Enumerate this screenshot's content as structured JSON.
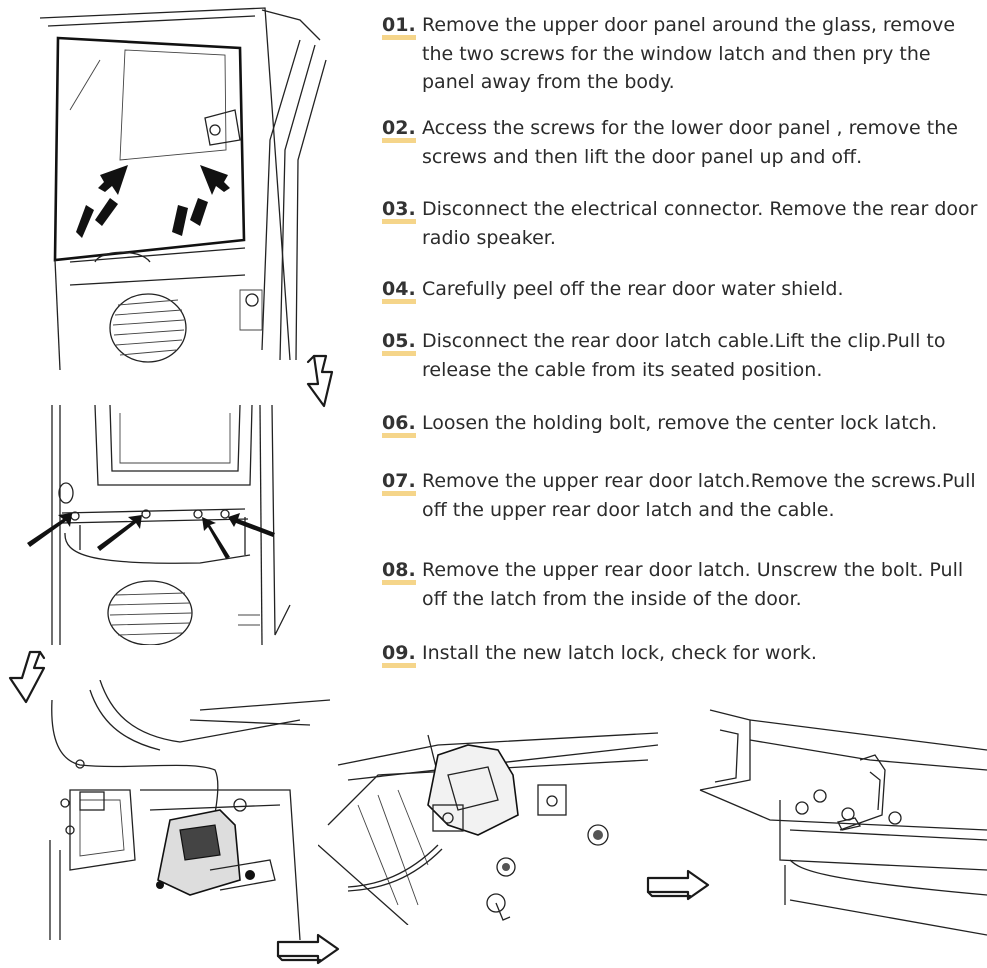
{
  "steps": [
    {
      "num": "01.",
      "text": "Remove the upper door panel around the glass, remove the two screws for the window latch and then pry the panel away from the body."
    },
    {
      "num": "02.",
      "text": "Access the screws for the lower door panel , remove the screws and then lift the door panel up and off."
    },
    {
      "num": "03.",
      "text": "Disconnect the electrical connector. Remove the rear door radio speaker."
    },
    {
      "num": "04.",
      "text": "Carefully peel off the rear door water shield."
    },
    {
      "num": "05.",
      "text": "Disconnect the rear door latch cable.Lift the clip.Pull to release the cable from its seated position."
    },
    {
      "num": "06.",
      "text": "Loosen the holding bolt, remove the center lock latch."
    },
    {
      "num": "07.",
      "text": "Remove the upper rear door latch.Remove the screws.Pull off the upper rear door latch and the cable."
    },
    {
      "num": "08.",
      "text": "Remove the upper rear door latch. Unscrew the bolt. Pull off the latch from the inside of the door."
    },
    {
      "num": "09.",
      "text": "Install the new latch lock, check for work."
    }
  ],
  "colors": {
    "text": "#2b2b2b",
    "number_highlight": "#f5d58a",
    "line_art": "#1a1a1a"
  },
  "icons": [
    "down-arrow-icon",
    "down-arrow-icon",
    "right-arrow-icon",
    "right-arrow-icon"
  ]
}
